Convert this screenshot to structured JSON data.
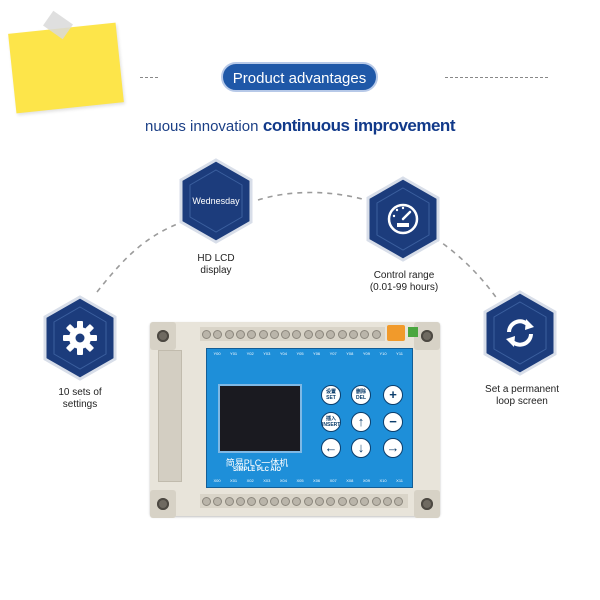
{
  "header": {
    "badge": "Product advantages",
    "tagline_light": "nuous innovation",
    "tagline_bold": "continuous improvement"
  },
  "features": [
    {
      "id": "hd-lcd",
      "icon": "calendar-day-icon",
      "icon_text": "Wednesday",
      "label_lines": [
        "HD LCD",
        "display"
      ]
    },
    {
      "id": "control-range",
      "icon": "gauge-icon",
      "label_lines": [
        "Control range",
        "(0.01-99 hours)"
      ]
    },
    {
      "id": "settings",
      "icon": "gear-icon",
      "label_lines": [
        "10 sets of",
        "settings"
      ]
    },
    {
      "id": "loop",
      "icon": "loop-arrows-icon",
      "label_lines": [
        "Set a permanent",
        "loop screen"
      ]
    }
  ],
  "device": {
    "brand_cn": "简易PLC一体机",
    "brand_en": "SIMPLE PLC AIO",
    "top_io": [
      "Y00",
      "Y01",
      "Y02",
      "Y03",
      "Y04",
      "Y05",
      "Y06",
      "Y07",
      "Y08",
      "Y09",
      "Y10",
      "Y11"
    ],
    "bottom_io": [
      "X00",
      "X01",
      "X02",
      "X03",
      "X04",
      "X05",
      "X06",
      "X07",
      "X08",
      "X09",
      "X10",
      "X11"
    ],
    "keys": [
      {
        "name": "set-key",
        "top": "设置",
        "bottom": "SET"
      },
      {
        "name": "delete-key",
        "top": "删除",
        "bottom": "DEL"
      },
      {
        "name": "plus-key",
        "symbol": "+"
      },
      {
        "name": "insert-key",
        "top": "插入",
        "bottom": "INSERT"
      },
      {
        "name": "up-key",
        "symbol": "↑"
      },
      {
        "name": "minus-key",
        "symbol": "−"
      },
      {
        "name": "left-key",
        "symbol": "←"
      },
      {
        "name": "down-key",
        "symbol": "↓"
      },
      {
        "name": "right-key",
        "symbol": "→"
      }
    ]
  },
  "colors": {
    "accent": "#1f58a8",
    "hex_fill": "#1c3c7c",
    "panel": "#1e8fd9",
    "note": "#fde54a"
  }
}
